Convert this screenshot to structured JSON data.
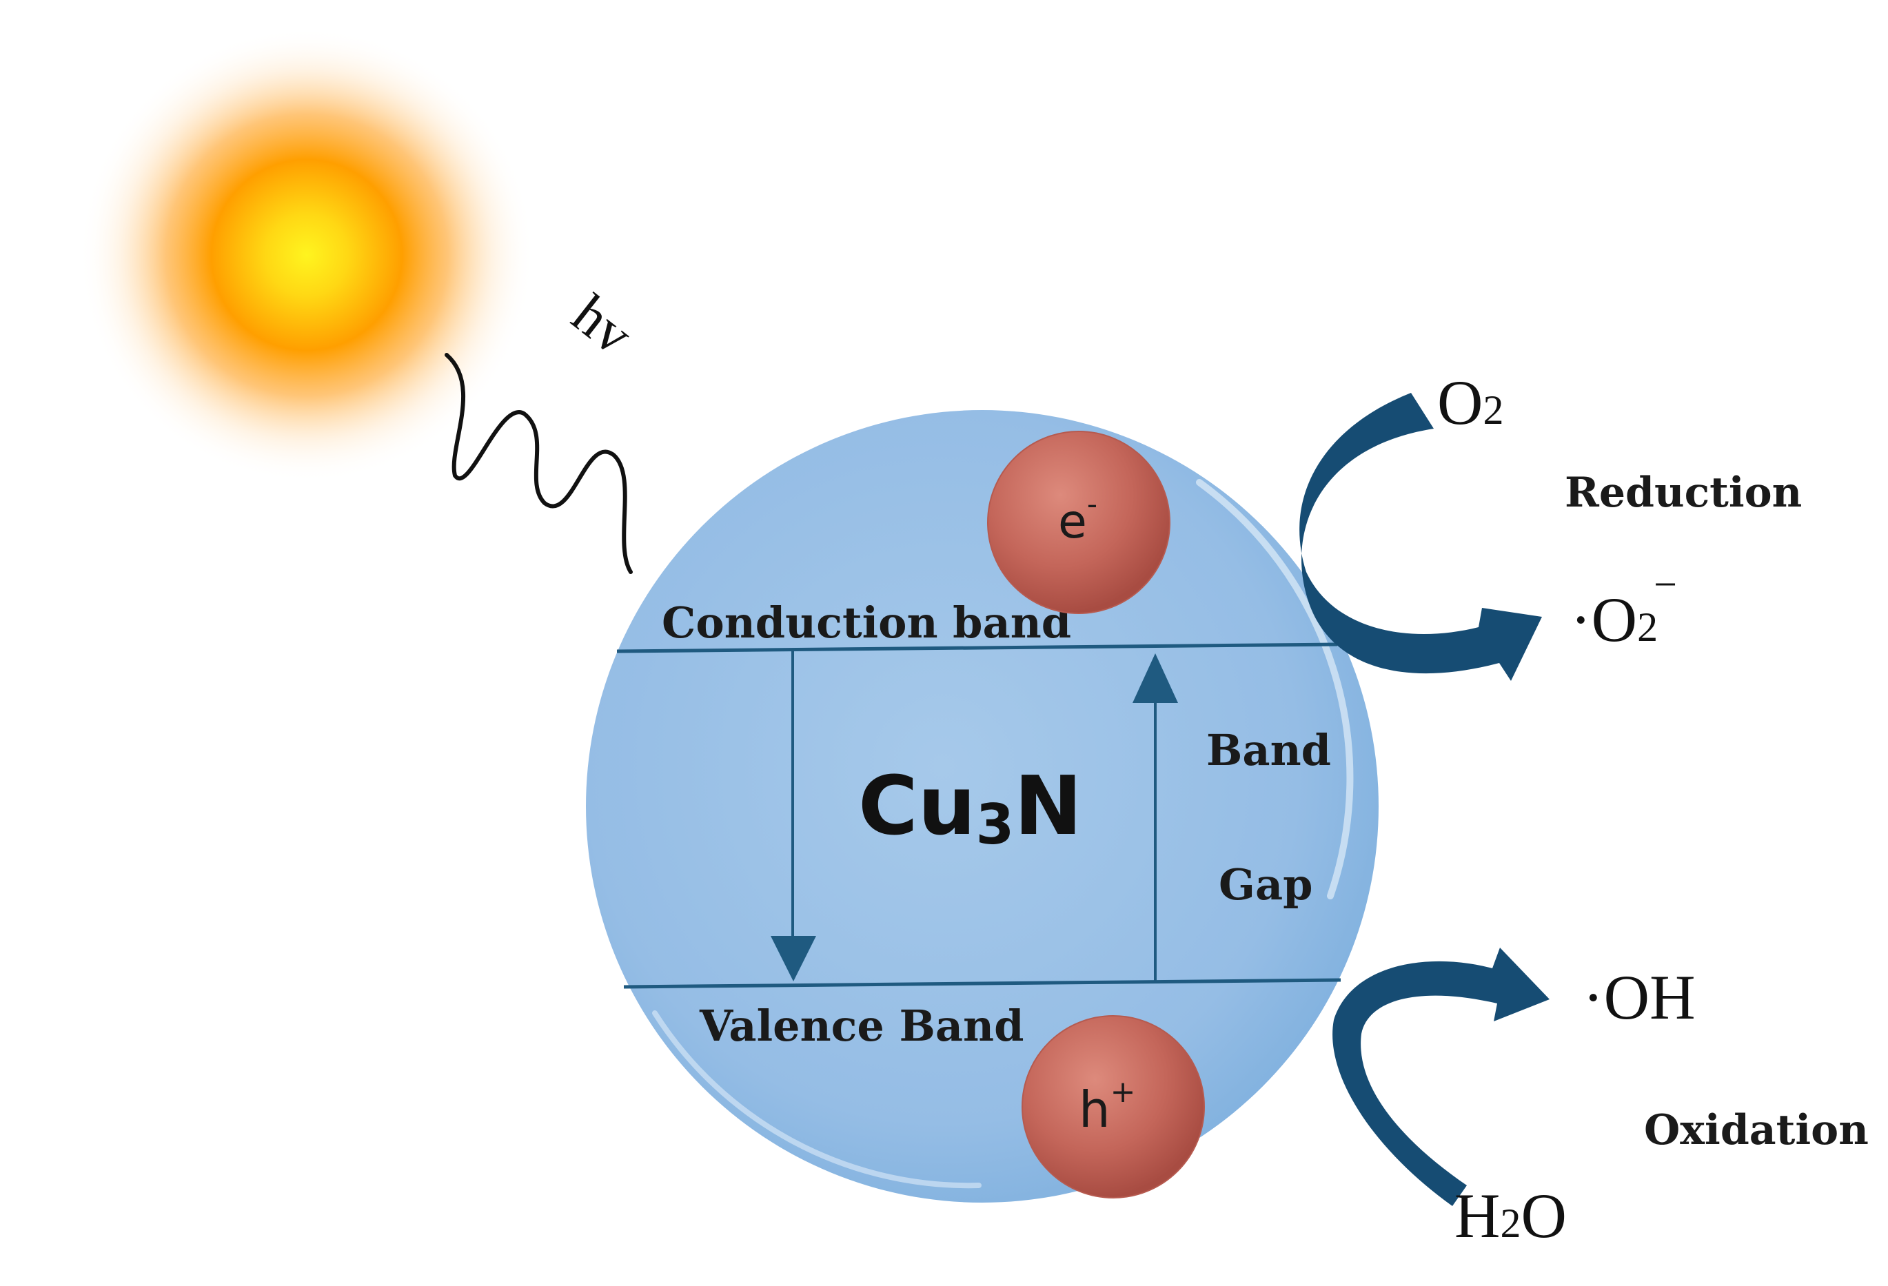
{
  "light": {
    "label": "hv"
  },
  "particle": {
    "material_main": "Cu",
    "material_sub": "3",
    "material_tail": "N",
    "conduction_band": "Conduction band",
    "valence_band": "Valence Band",
    "band_gap_line1": "Band",
    "band_gap_line2": "Gap"
  },
  "carriers": {
    "electron": "e",
    "electron_sup": "-",
    "hole": "h",
    "hole_sup": "+"
  },
  "reduction": {
    "reactant_main": "O",
    "reactant_sub": "2",
    "label": "Reduction",
    "product_prefix": "·O",
    "product_sub": "2",
    "product_sup": "−"
  },
  "oxidation": {
    "reactant_main": "H",
    "reactant_sub": "2",
    "reactant_tail": "O",
    "label": "Oxidation",
    "product": "·OH"
  },
  "colors": {
    "sphere": "#9cc3e8",
    "band_line": "#1f5a80",
    "arrow": "#164c73",
    "carrier": "#c7675b",
    "sun_core": "#ffee22",
    "sun_glow": "#ff9a00"
  }
}
